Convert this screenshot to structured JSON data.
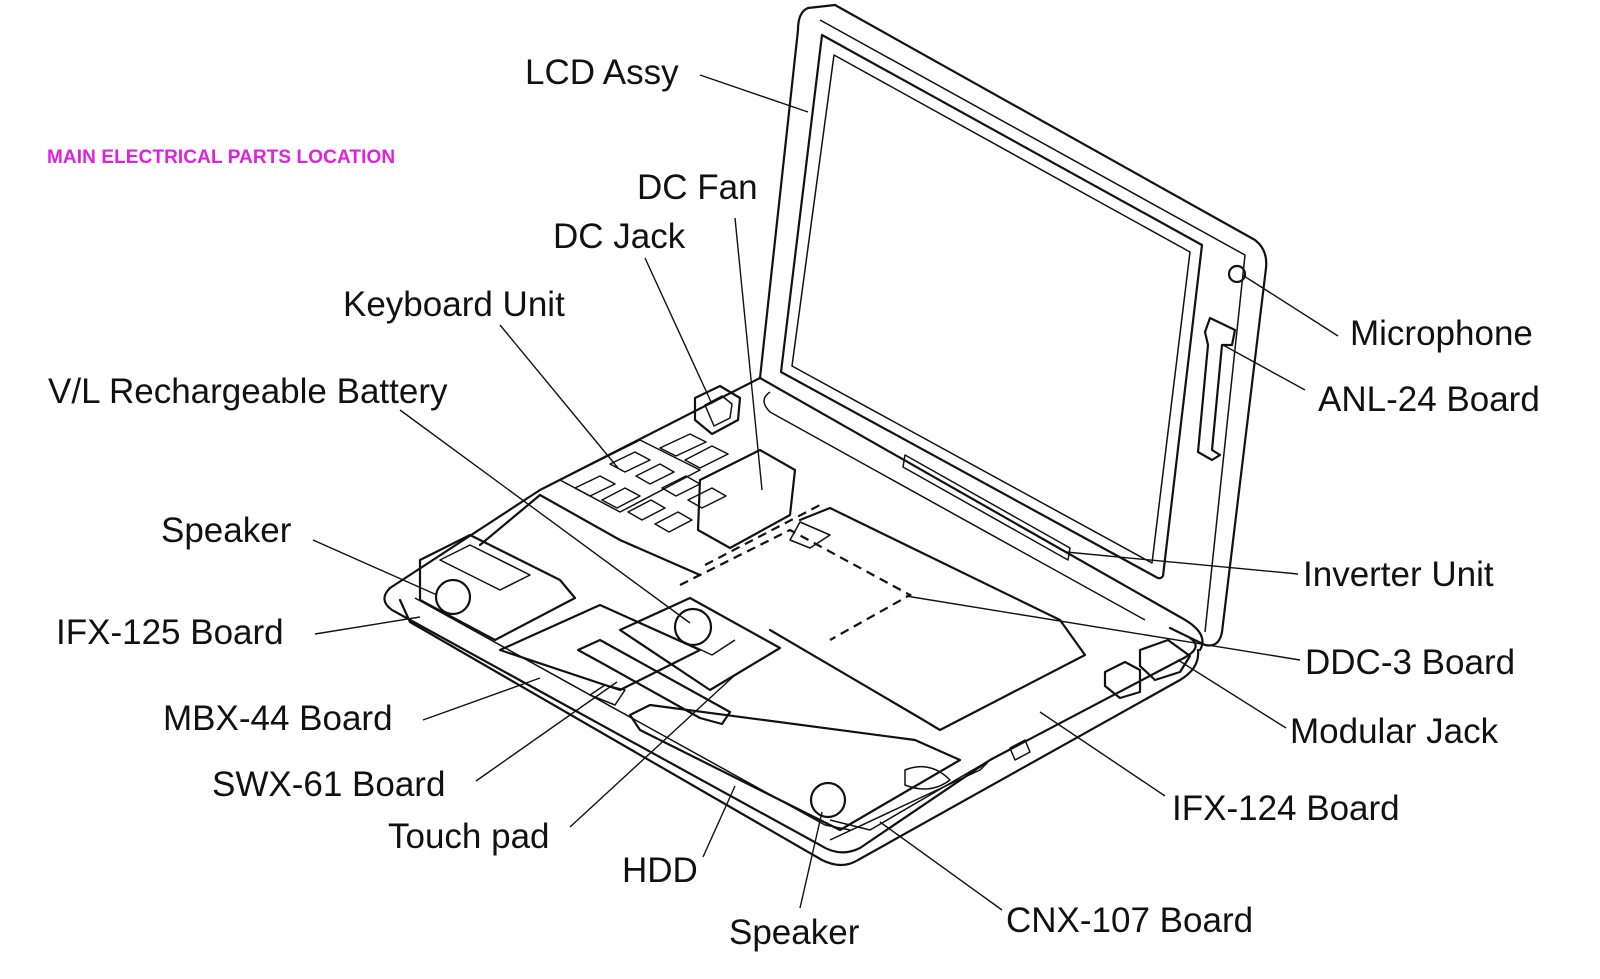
{
  "title": "MAIN ELECTRICAL PARTS LOCATION",
  "title_color": "#e020e0",
  "labels": {
    "lcd_assy": "LCD Assy",
    "dc_fan": "DC Fan",
    "dc_jack": "DC Jack",
    "keyboard_unit": "Keyboard Unit",
    "vl_battery": "V/L Rechargeable Battery",
    "speaker_left": "Speaker",
    "ifx125": "IFX-125 Board",
    "mbx44": "MBX-44 Board",
    "swx61": "SWX-61 Board",
    "touch_pad": "Touch pad",
    "hdd": "HDD",
    "speaker_bottom": "Speaker",
    "microphone": "Microphone",
    "anl24": "ANL-24 Board",
    "inverter": "Inverter Unit",
    "ddc3": "DDC-3 Board",
    "modular_jack": "Modular Jack",
    "ifx124": "IFX-124 Board",
    "cnx107": "CNX-107 Board"
  }
}
